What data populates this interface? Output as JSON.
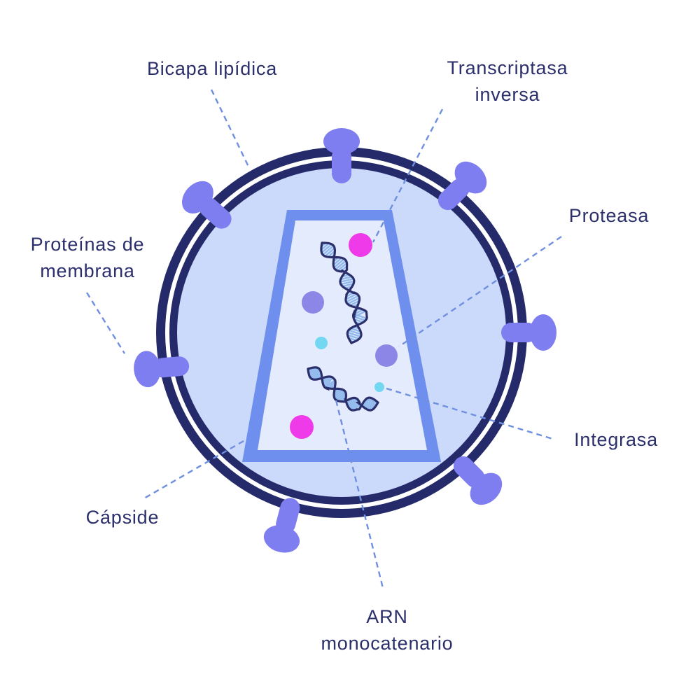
{
  "colors": {
    "background": "#ffffff",
    "membrane_outer": "#252a6a",
    "membrane_gap": "#ffffff",
    "interior": "#cbd9fb",
    "capsid_border": "#6e8fee",
    "capsid_fill": "#e4ebfd",
    "surface_protein": "#7f7ef0",
    "rna_strand": "#2b2f6b",
    "rna_rungs": "#8fb8ec",
    "reverse_transcriptase_dot": "#ee3ae8",
    "protease_dot": "#8c86e6",
    "integrase_dot": "#72d8f1",
    "leader_line": "#6f8fe0",
    "label_text": "#2b2f6b"
  },
  "labels": {
    "lipid_bilayer": "Bicapa lipídica",
    "reverse_transcriptase": {
      "line1": "Transcriptasa",
      "line2": "inversa"
    },
    "protease": "Proteasa",
    "membrane_proteins": {
      "line1": "Proteínas de",
      "line2": "membrana"
    },
    "integrase": "Integrasa",
    "capsid": "Cápside",
    "ssrna": {
      "line1": "ARN",
      "line2": "monocatenario"
    }
  },
  "icons": {
    "surface_protein": "mushroom-glycoprotein-icon",
    "rna": "helix-strand-icon",
    "enzyme": "circle-dot-icon"
  }
}
